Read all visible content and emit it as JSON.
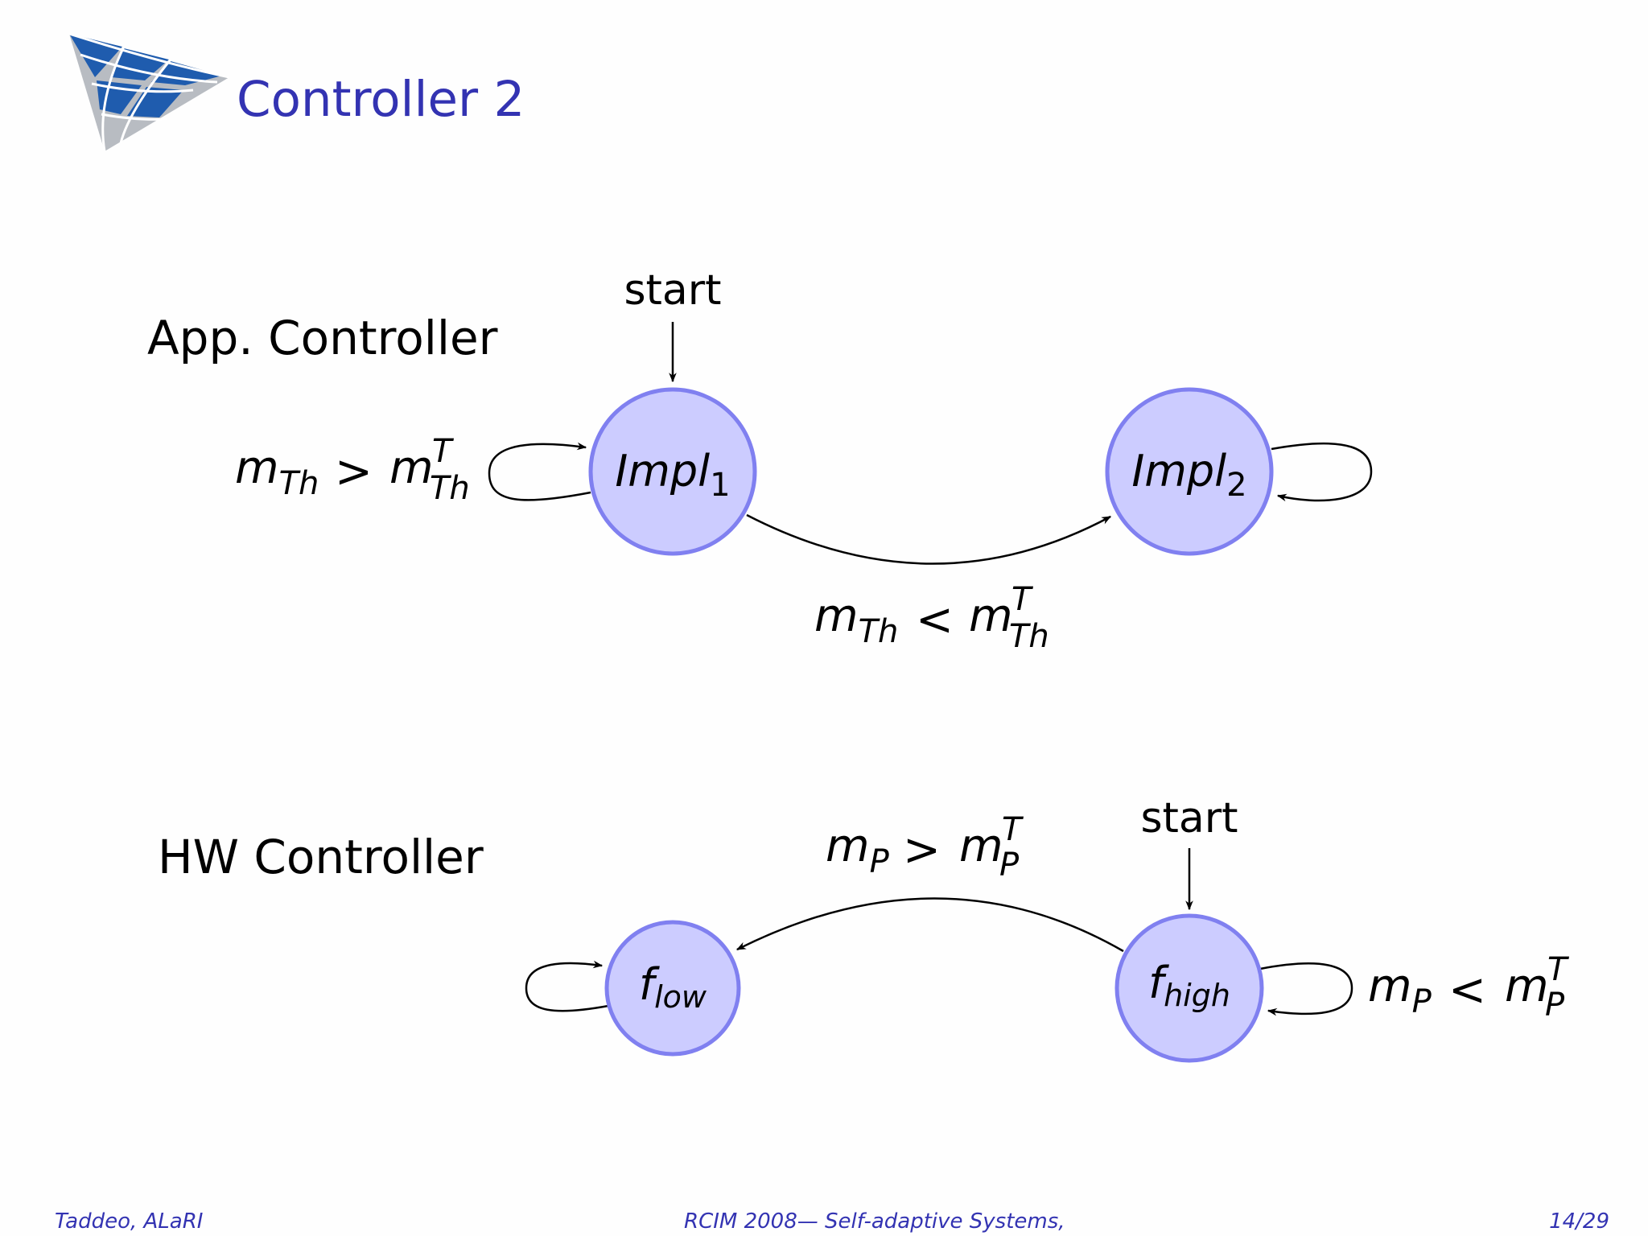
{
  "slide": {
    "title": "Controller 2",
    "logo": {
      "icon": "web-logo-icon",
      "colors": [
        "#1f5cae",
        "#b8bcc2"
      ]
    }
  },
  "app_controller": {
    "label": "App.  Controller",
    "start_label": "start",
    "states": [
      {
        "base": "Impl",
        "sub": "1"
      },
      {
        "base": "Impl",
        "sub": "2"
      }
    ],
    "self_loop_label": {
      "a": "m",
      "a_sub": "Th",
      "op": ">",
      "b": "m",
      "b_sup": "T",
      "b_sub": "Th"
    },
    "transition_label": {
      "a": "m",
      "a_sub": "Th",
      "op": "<",
      "b": "m",
      "b_sup": "T",
      "b_sub": "Th"
    }
  },
  "hw_controller": {
    "label": "HW Controller",
    "start_label": "start",
    "states": [
      {
        "base": "f",
        "sub": "low"
      },
      {
        "base": "f",
        "sub": "high"
      }
    ],
    "transition_label": {
      "a": "m",
      "a_sub": "P",
      "op": ">",
      "b": "m",
      "b_sup": "T",
      "b_sub": "P"
    },
    "self_loop_label": {
      "a": "m",
      "a_sub": "P",
      "op": "<",
      "b": "m",
      "b_sup": "T",
      "b_sub": "P"
    }
  },
  "footer": {
    "author": "Taddeo, ALaRI",
    "conference": "RCIM 2008— Self-adaptive Systems,",
    "page": "14/29"
  },
  "colors": {
    "title": "#3333b2",
    "state_fill": "#ccccff",
    "state_stroke": "#8080f0",
    "edge": "#000000"
  }
}
